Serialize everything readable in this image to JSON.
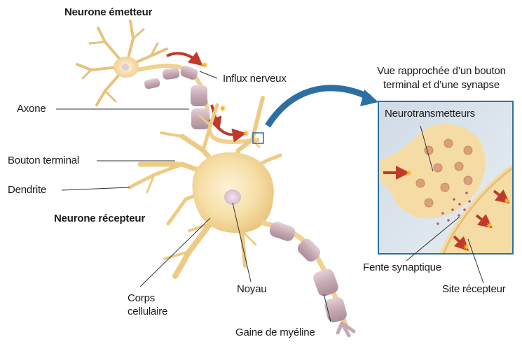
{
  "titles": {
    "emitter": "Neurone émetteur",
    "receiver": "Neurone récepteur"
  },
  "labels": {
    "influx": "Influx nerveux",
    "axone": "Axone",
    "bouton": "Bouton terminal",
    "dendrite": "Dendrite",
    "corps_line1": "Corps",
    "corps_line2": "cellulaire",
    "noyau": "Noyau",
    "gaine": "Gaine de myéline"
  },
  "inset": {
    "caption_line1": "Vue rapprochée d’un bouton",
    "caption_line2": "terminal et d’une synapse",
    "neurotransmitters": "Neurotransmetteurs",
    "cleft": "Fente synaptique",
    "receptor_site": "Site récepteur"
  },
  "colors": {
    "cell_body": "#f3d79a",
    "cell_light": "#fbecc4",
    "myelin": "#c9aeb6",
    "inset_border": "#2b6fa6",
    "inset_bg": "#dce6ee",
    "arrow_red": "#c0392b",
    "blue_arrow": "#2d6fa3"
  }
}
